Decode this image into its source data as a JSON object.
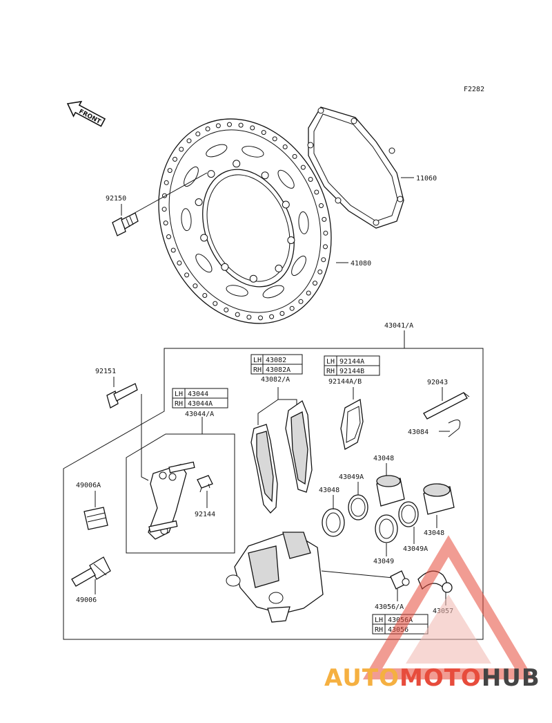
{
  "figure_code": "F2282",
  "front_arrow_label": "FRONT",
  "labels": {
    "p11060": "11060",
    "p92150": "92150",
    "p41080": "41080",
    "p43041": "43041/A",
    "p92151": "92151",
    "p43044a": "43044/A",
    "p43082a": "43082/A",
    "p92144ab": "92144A/B",
    "p92043": "92043",
    "p43084": "43084",
    "p49006A": "49006A",
    "p92144": "92144",
    "p43048_a": "43048",
    "p43049A_a": "43049A",
    "p43048_b": "43048",
    "p43048_c": "43048",
    "p43049": "43049",
    "p43049A_b": "43049A",
    "p49006": "49006",
    "p43056a": "43056/A",
    "p43057": "43057"
  },
  "tables": {
    "t43082": [
      [
        "LH",
        "43082"
      ],
      [
        "RH",
        "43082A"
      ]
    ],
    "t92144": [
      [
        "LH",
        "92144A"
      ],
      [
        "RH",
        "92144B"
      ]
    ],
    "t43044": [
      [
        "LH",
        "43044"
      ],
      [
        "RH",
        "43044A"
      ]
    ],
    "t43056": [
      [
        "LH",
        "43056A"
      ],
      [
        "RH",
        "43056"
      ]
    ]
  },
  "watermark": {
    "part1": "AUTO",
    "part2": "MOTO",
    "part3": "HUB",
    "color1": "#f5b041",
    "color2": "#e74c3c",
    "color3": "#444444"
  }
}
